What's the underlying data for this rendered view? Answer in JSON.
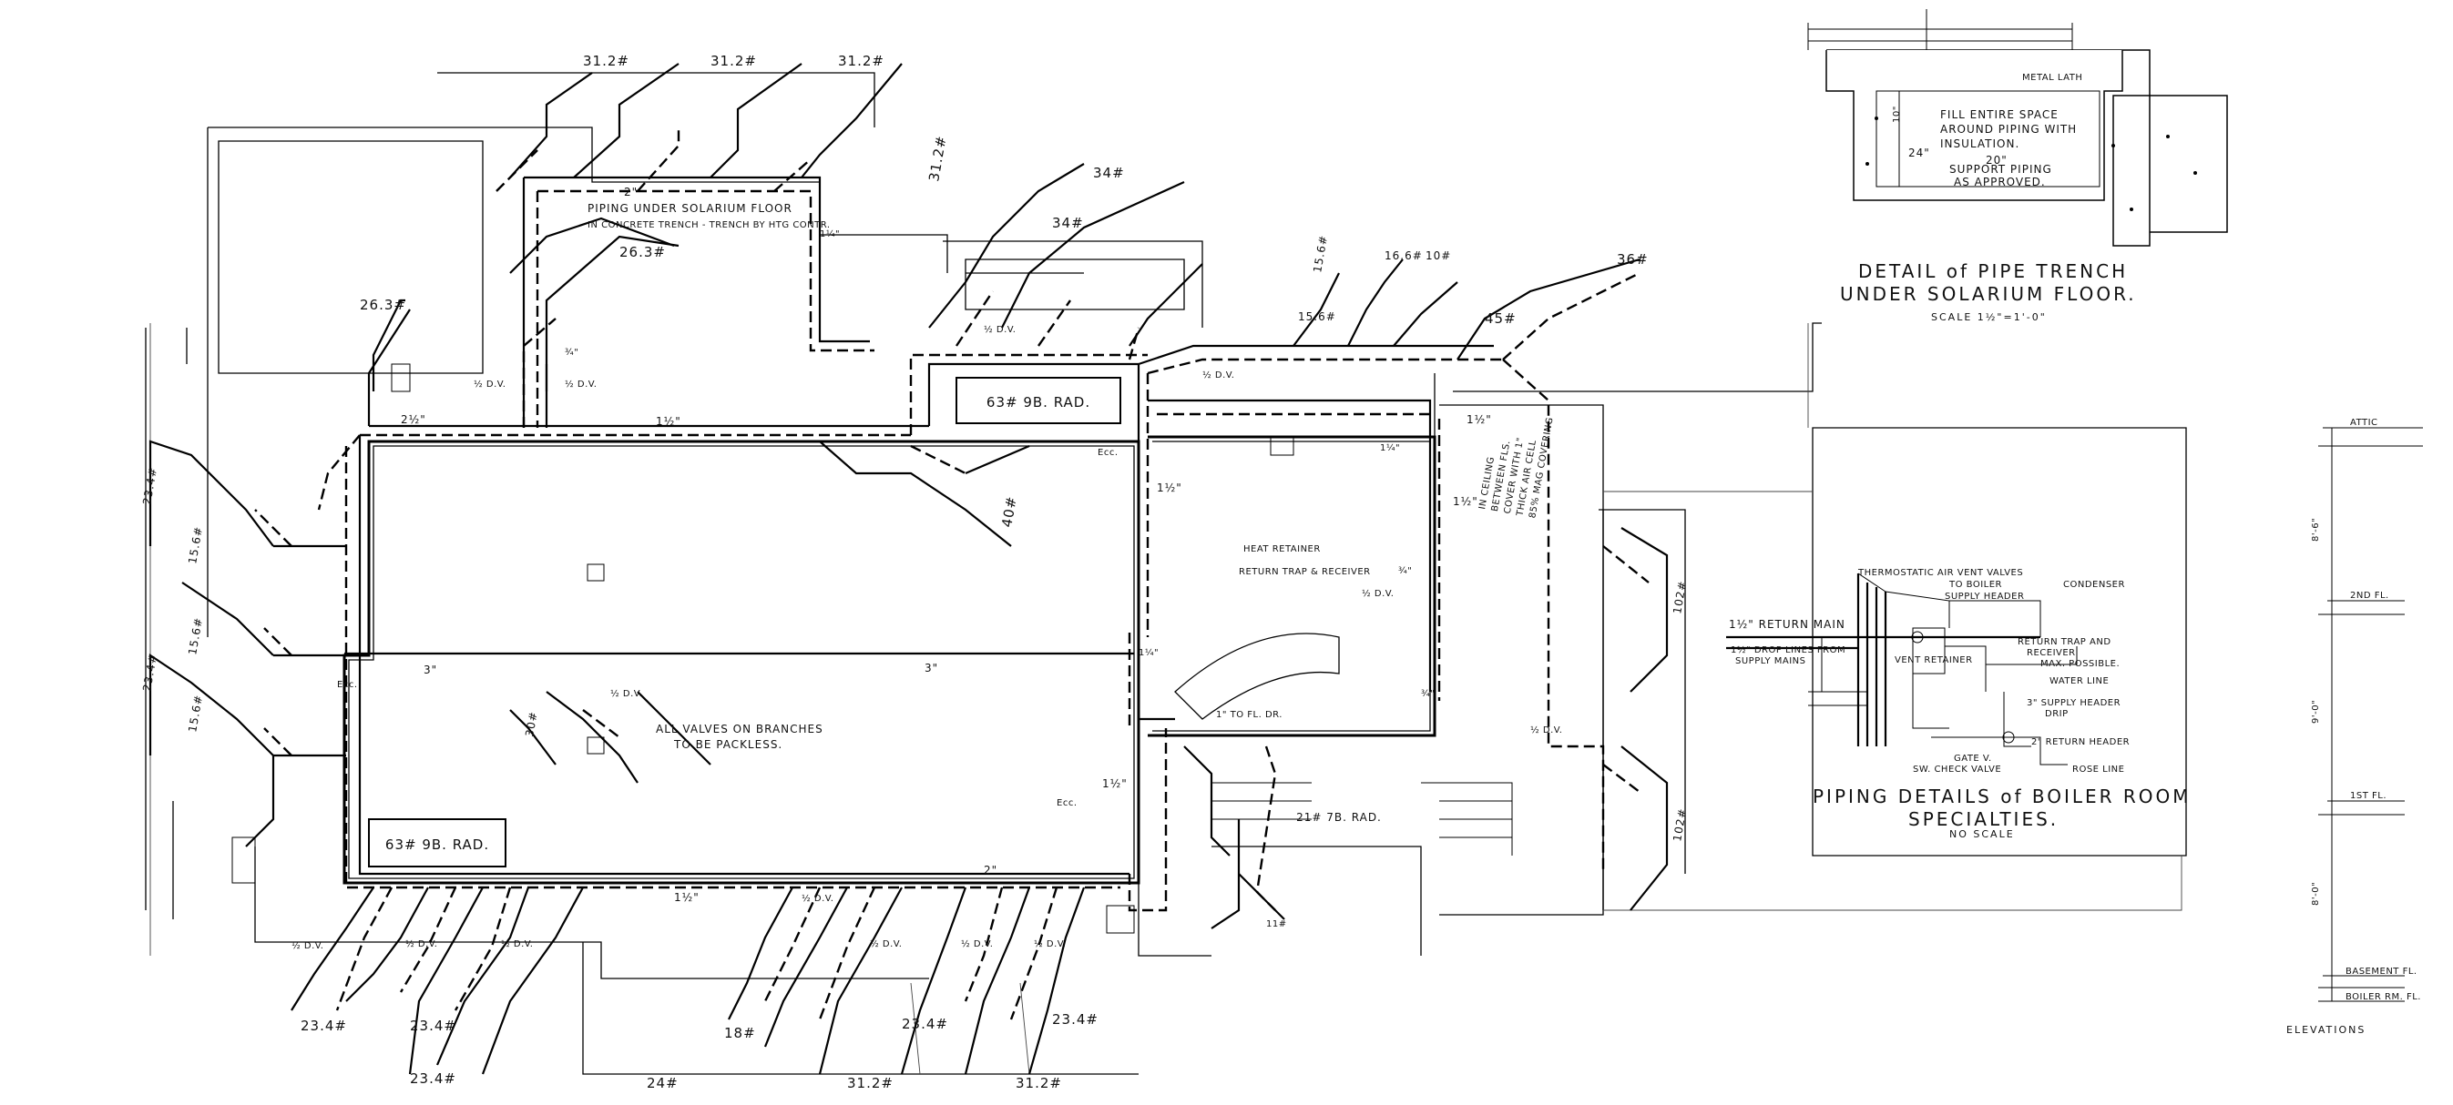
{
  "drawing": {
    "radiators": {
      "north": "63# 9B. RAD.",
      "south": "63# 9B. RAD.",
      "small": "21# 7B. RAD."
    },
    "notes": {
      "solarium_line1": "PIPING UNDER SOLARIUM FLOOR",
      "solarium_line2": "IN CONCRETE TRENCH - TRENCH BY HTG CONTR.",
      "valves_line1": "ALL VALVES ON BRANCHES",
      "valves_line2": "TO BE PACKLESS.",
      "ceiling_lines": [
        "IN CEILING",
        "BETWEEN FLS.",
        "COVER WITH 1\"",
        "THICK AIR CELL",
        "85% MAG COVERING"
      ],
      "heat_retainer": "HEAT RETAINER",
      "return_trap": "RETURN TRAP & RECEIVER",
      "to_floor_drain": "1\" TO FL. DR."
    },
    "loads": {
      "top_1": "31.2#",
      "top_2": "31.2#",
      "top_3": "31.2#",
      "top_right": "31.2#",
      "l1": "26.3#",
      "l2": "26.3#",
      "c1": "34#",
      "c2": "34#",
      "r1": "16.6#",
      "r2": "10#",
      "r3": "15.6#",
      "r4": "45#",
      "r5": "36#",
      "r6": "15.6#",
      "west_1": "23.4#",
      "west_2": "15.6#",
      "west_3": "15.6#",
      "west_4": "23.4#",
      "west_5": "15.6#",
      "bot_1": "23.4#",
      "bot_2": "23.4#",
      "bot_3": "23.4#",
      "bot_4": "24#",
      "bot_5": "18#",
      "bot_6": "31.2#",
      "bot_7": "23.4#",
      "bot_8": "23.4#",
      "bot_9": "31.2#",
      "mid_1": "40#",
      "mid_2": "30#",
      "east_1": "102#",
      "east_2": "102#",
      "stub": "11#"
    },
    "pipe_sizes": {
      "s1": "1½\"",
      "s2": "2\"",
      "s3": "2½\"",
      "s4": "3\"",
      "s5": "1¼\"",
      "s6": "¾\"",
      "ecc": "Ecc.",
      "dv": "½ D.V."
    }
  },
  "trench_detail": {
    "title_line1": "DETAIL of PIPE TRENCH",
    "title_line2": "UNDER SOLARIUM FLOOR.",
    "scale": "SCALE 1½\"=1'-0\"",
    "metal_lath": "METAL LATH",
    "note_line1": "FILL ENTIRE SPACE",
    "note_line2": "AROUND PIPING WITH",
    "note_line3": "INSULATION.",
    "dim_1": "10\"",
    "dim_2": "24\"",
    "dim_3": "20\"",
    "support_line1": "SUPPORT PIPING",
    "support_line2": "AS APPROVED."
  },
  "boiler_detail": {
    "title_line1": "PIPING DETAILS of BOILER ROOM",
    "title_line2": "SPECIALTIES.",
    "no_scale": "NO SCALE",
    "labels": {
      "thermostatic": "THERMOSTATIC AIR VENT VALVES",
      "to_boiler": "TO BOILER",
      "supply_header": "SUPPLY HEADER",
      "condenser": "CONDENSER",
      "return_main": "1½\" RETURN MAIN",
      "drop_lines": "1½\" DROP LINES FROM",
      "supply_mains": "SUPPLY MAINS",
      "vent_retainer": "VENT RETAINER",
      "return_trap": "RETURN TRAP AND",
      "receiver": "RECEIVER",
      "max_possible": "MAX. POSSIBLE.",
      "water_line": "WATER LINE",
      "supply_header_drip": "3\" SUPPLY HEADER",
      "drip": "DRIP",
      "return_header": "2\" RETURN HEADER",
      "gate_v": "GATE V.",
      "swing_check": "SW. CHECK VALVE",
      "rose_line": "ROSE LINE"
    }
  },
  "elevations": {
    "title": "ELEVATIONS",
    "levels": [
      "ATTIC",
      "2ND FL.",
      "1ST FL.",
      "BASEMENT FL.",
      "BOILER RM. FL."
    ],
    "dims": [
      "8'-6\"",
      "9'-0\"",
      "8'-0\""
    ]
  }
}
